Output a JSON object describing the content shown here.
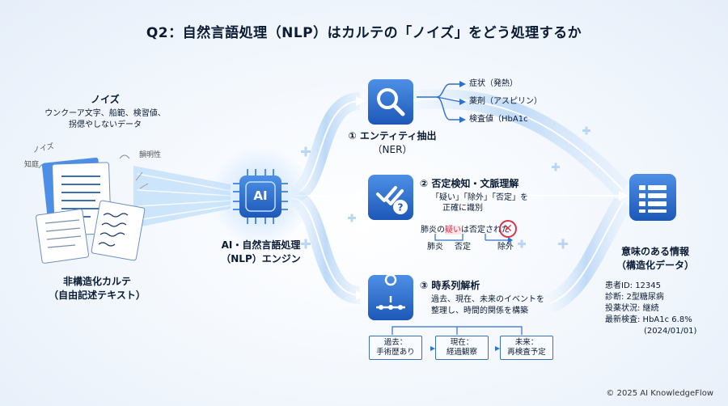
{
  "title": "Q2：自然言語処理（NLP）はカルテの「ノイズ」をどう処理するか",
  "noise": {
    "heading": "ノイズ",
    "desc_line1": "ウンクーア文字、船範、検習値、",
    "desc_line2": "拐偲やしないデータ",
    "tag_noise": "ノイズ",
    "tag_knowledge": "知庭",
    "tag_clarity": "韻明性"
  },
  "source": {
    "line1": "非構造化カルテ",
    "line2": "（自由記述テキスト）"
  },
  "engine": {
    "chip_label": "AI",
    "line1": "AI・自然言語処理",
    "line2": "（NLP）エンジン"
  },
  "ner": {
    "title_line1": "① エンティティ抽出",
    "title_line2": "（NER）",
    "outputs": [
      "症状（発熱）",
      "薬剤（アスピリン）",
      "検査値（HbA1c"
    ]
  },
  "negation": {
    "title": "② 否定検知・文脈理解",
    "desc_line1": "「疑い」「除外」「否定」を",
    "desc_line2": "正確に識別",
    "sentence_pre": "肺炎の",
    "sentence_hl": "疑い",
    "sentence_post": "は否定された",
    "label_pneumonia": "肺炎",
    "label_negation": "否定",
    "label_exclude": "除外"
  },
  "timeline": {
    "title": "③ 時系列解析",
    "desc_line1": "過去、現在、未来のイベントを",
    "desc_line2": "整理し、時間的関係を構築",
    "boxes": [
      {
        "line1": "過去：",
        "line2": "手術歴あり"
      },
      {
        "line1": "現在：",
        "line2": "経過観察"
      },
      {
        "line1": "未来：",
        "line2": "再検査予定"
      }
    ]
  },
  "result": {
    "line1": "意味のある情報",
    "line2": "（構造化データ）",
    "fields": [
      "患者ID: 12345",
      "診断: 2型糖尿病",
      "投薬状況: 継続",
      "最新検査: HbA1c 6.8%",
      "(2024/01/01)"
    ]
  },
  "copyright": "© 2025 AI KnowledgeFlow",
  "colors": {
    "accent": "#2f6fd1",
    "stream": "#7fb6ef",
    "dark_text": "#0b1b33",
    "negation_red": "#d8344a"
  }
}
